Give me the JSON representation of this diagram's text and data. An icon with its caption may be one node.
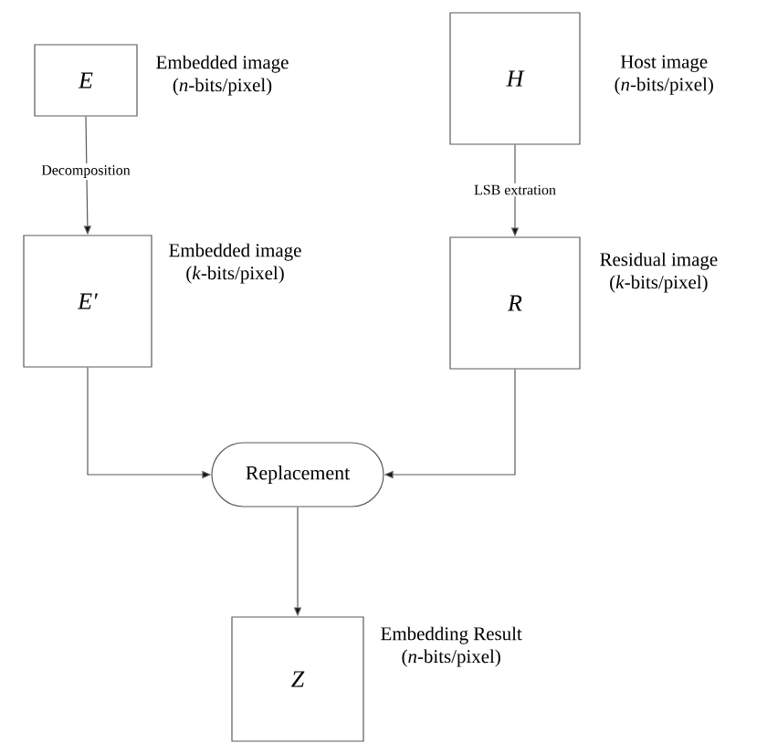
{
  "diagram": {
    "nodes": [
      {
        "text": [
          "E"
        ],
        "beside": [
          "Embedded image",
          "(*n*-bits/pixel)"
        ]
      },
      {
        "text": [
          "H"
        ],
        "beside": [
          "Host image",
          "(*n*-bits/pixel)"
        ]
      },
      {
        "text": [
          "E′"
        ],
        "beside": [
          "Embedded image",
          "(*k*-bits/pixel)"
        ]
      },
      {
        "text": [
          "R"
        ],
        "beside": [
          "Residual image",
          "(*k*-bits/pixel)"
        ]
      },
      {
        "text": [
          "Replacement"
        ]
      },
      {
        "text": [
          "Z"
        ],
        "beside": [
          "Embedding Result",
          "(*n*-bits/pixel)"
        ]
      }
    ],
    "edges": [
      {
        "from": 0,
        "to": 2,
        "arrow": "to",
        "label": "Decomposition"
      },
      {
        "from": 1,
        "to": 3,
        "arrow": "to",
        "label": "LSB extration"
      },
      {
        "from": 2,
        "to": 4,
        "arrow": "to"
      },
      {
        "from": 3,
        "to": 4,
        "arrow": "to"
      },
      {
        "from": 4,
        "to": 5,
        "arrow": "to"
      }
    ]
  }
}
